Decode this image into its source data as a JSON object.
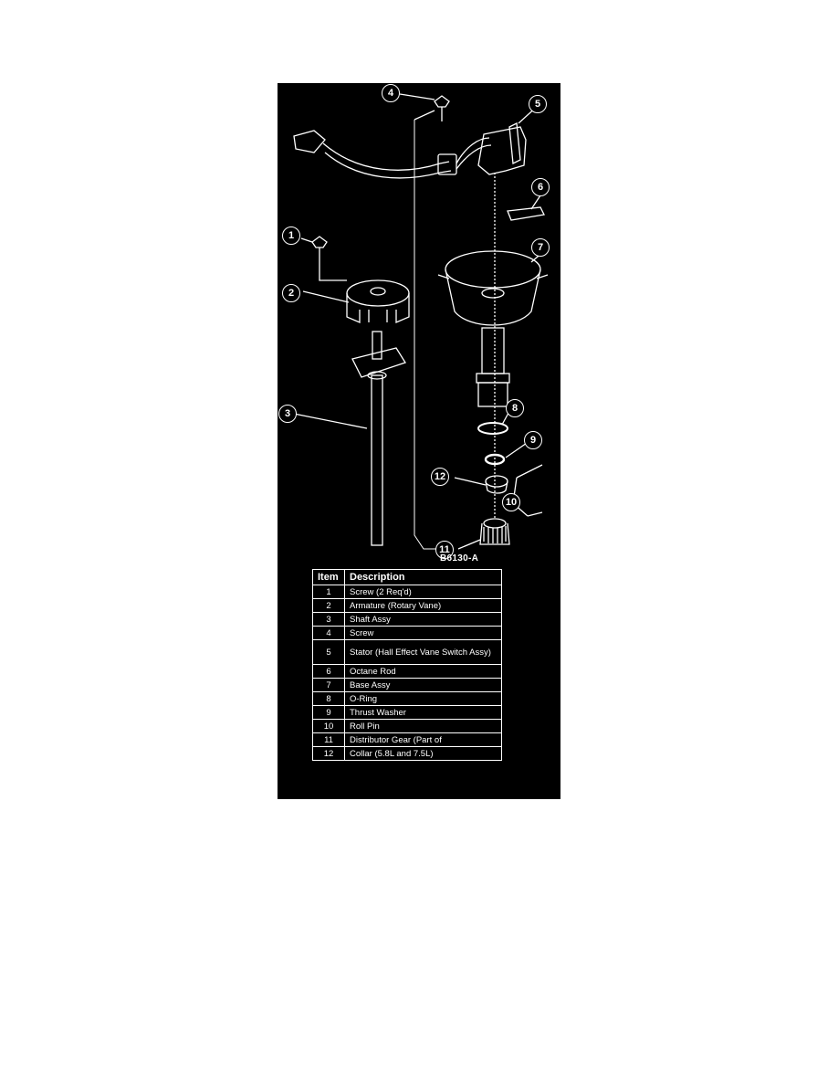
{
  "figure_code": "B6130-A",
  "callouts": [
    "1",
    "2",
    "3",
    "4",
    "5",
    "6",
    "7",
    "8",
    "9",
    "10",
    "11",
    "12"
  ],
  "table": {
    "headers": {
      "item": "Item",
      "description": "Description"
    },
    "rows": [
      {
        "item": "1",
        "description": "Screw (2 Req'd)"
      },
      {
        "item": "2",
        "description": "Armature (Rotary Vane)"
      },
      {
        "item": "3",
        "description": "Shaft Assy"
      },
      {
        "item": "4",
        "description": "Screw"
      },
      {
        "item": "5",
        "description": "Stator (Hall Effect Vane Switch Assy)"
      },
      {
        "item": "6",
        "description": "Octane Rod"
      },
      {
        "item": "7",
        "description": "Base Assy"
      },
      {
        "item": "8",
        "description": "O-Ring"
      },
      {
        "item": "9",
        "description": "Thrust Washer"
      },
      {
        "item": "10",
        "description": "Roll Pin"
      },
      {
        "item": "11",
        "description": "Distributor Gear (Part of"
      },
      {
        "item": "12",
        "description": "Collar (5.8L and 7.5L)"
      }
    ]
  }
}
